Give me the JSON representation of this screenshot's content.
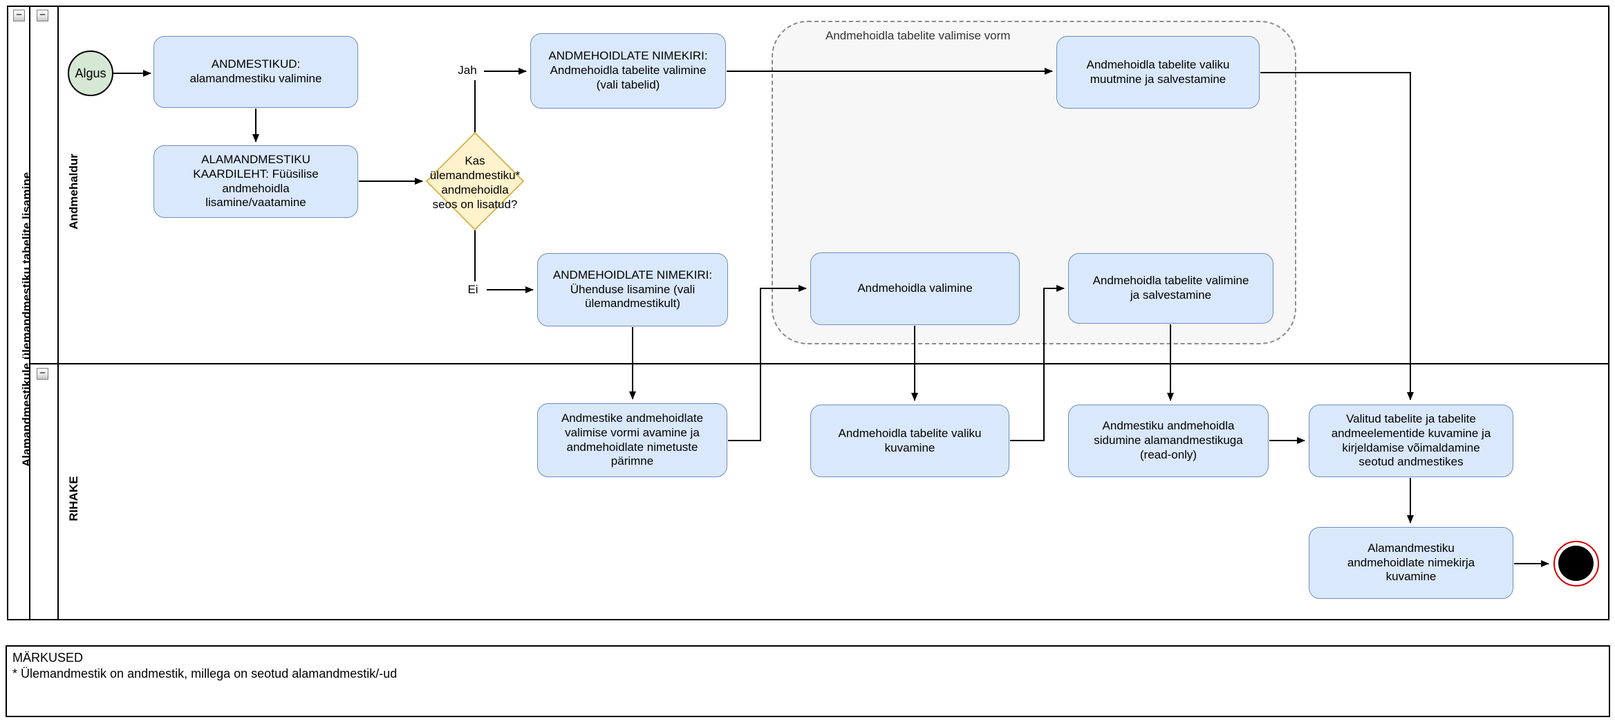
{
  "pool": {
    "title": "Alamandmestikule ülemandmestiku tabelite lisamine",
    "collapse_glyph": "−",
    "lanes": [
      {
        "label": "Andmehaldur"
      },
      {
        "label": "RIHAKE"
      }
    ]
  },
  "group": {
    "label": "Andmehoidla tabelite valimise vorm"
  },
  "events": {
    "start_label": "Algus"
  },
  "gateway": {
    "question": "Kas\nülemandmestiku*\nandmehoidla\nseos on lisatud?",
    "yes_label": "Jah",
    "no_label": "Ei"
  },
  "tasks": {
    "andmestikud": "ANDMESTIKUD:\nalamandmestiku valimine",
    "kaardileht": "ALAMANDMESTIKU\nKAARDILEHT: Füüsilise\nandmehoidla\nlisamine/vaatamine",
    "nimekiri_tabelite_valimine": "ANDMEHOIDLATE NIMEKIRI:\nAndmehoidla tabelite valimine\n(vali tabelid)",
    "nimekiri_uhenduse_lisamine": "ANDMEHOIDLATE NIMEKIRI:\nÜhenduse lisamine (vali\nülemandmestikult)",
    "valiku_muutmine_salvestamine": "Andmehoidla tabelite valiku\nmuutmine ja salvestamine",
    "andmehoidla_valimine": "Andmehoidla valimine",
    "tabelite_valimine_salvestamine": "Andmehoidla tabelite valimine\nja salvestamine",
    "vormi_avamine": "Andmestike andmehoidlate\nvalimise vormi avamine ja\nandmehoidlate nimetuste\npärimne",
    "valiku_kuvamine": "Andmehoidla tabelite valiku\nkuvamine",
    "sidumine": "Andmestiku andmehoidla\nsidumine alamandmestikuga\n(read-only)",
    "valitud_kuvamine": "Valitud tabelite ja tabelite\nandmeelementide kuvamine ja\nkirjeldamise võimaldamine\nseotud andmestikes",
    "nimekirja_kuvamine": "Alamandmestiku\nandmehoidlate nimekirja\nkuvamine"
  },
  "notes": {
    "title": "MÄRKUSED",
    "body": "* Ülemandmestik on andmestik, millega on seotud alamandmestik/-ud"
  },
  "colors": {
    "task_fill": "#dae8fc",
    "task_border": "#6c8ebf",
    "gateway_fill": "#fff2cc",
    "gateway_border": "#d6b656",
    "start_fill": "#d5e8d4",
    "end_ring": "#d40000",
    "group_fill": "#f7f7f7",
    "line": "#000000"
  }
}
